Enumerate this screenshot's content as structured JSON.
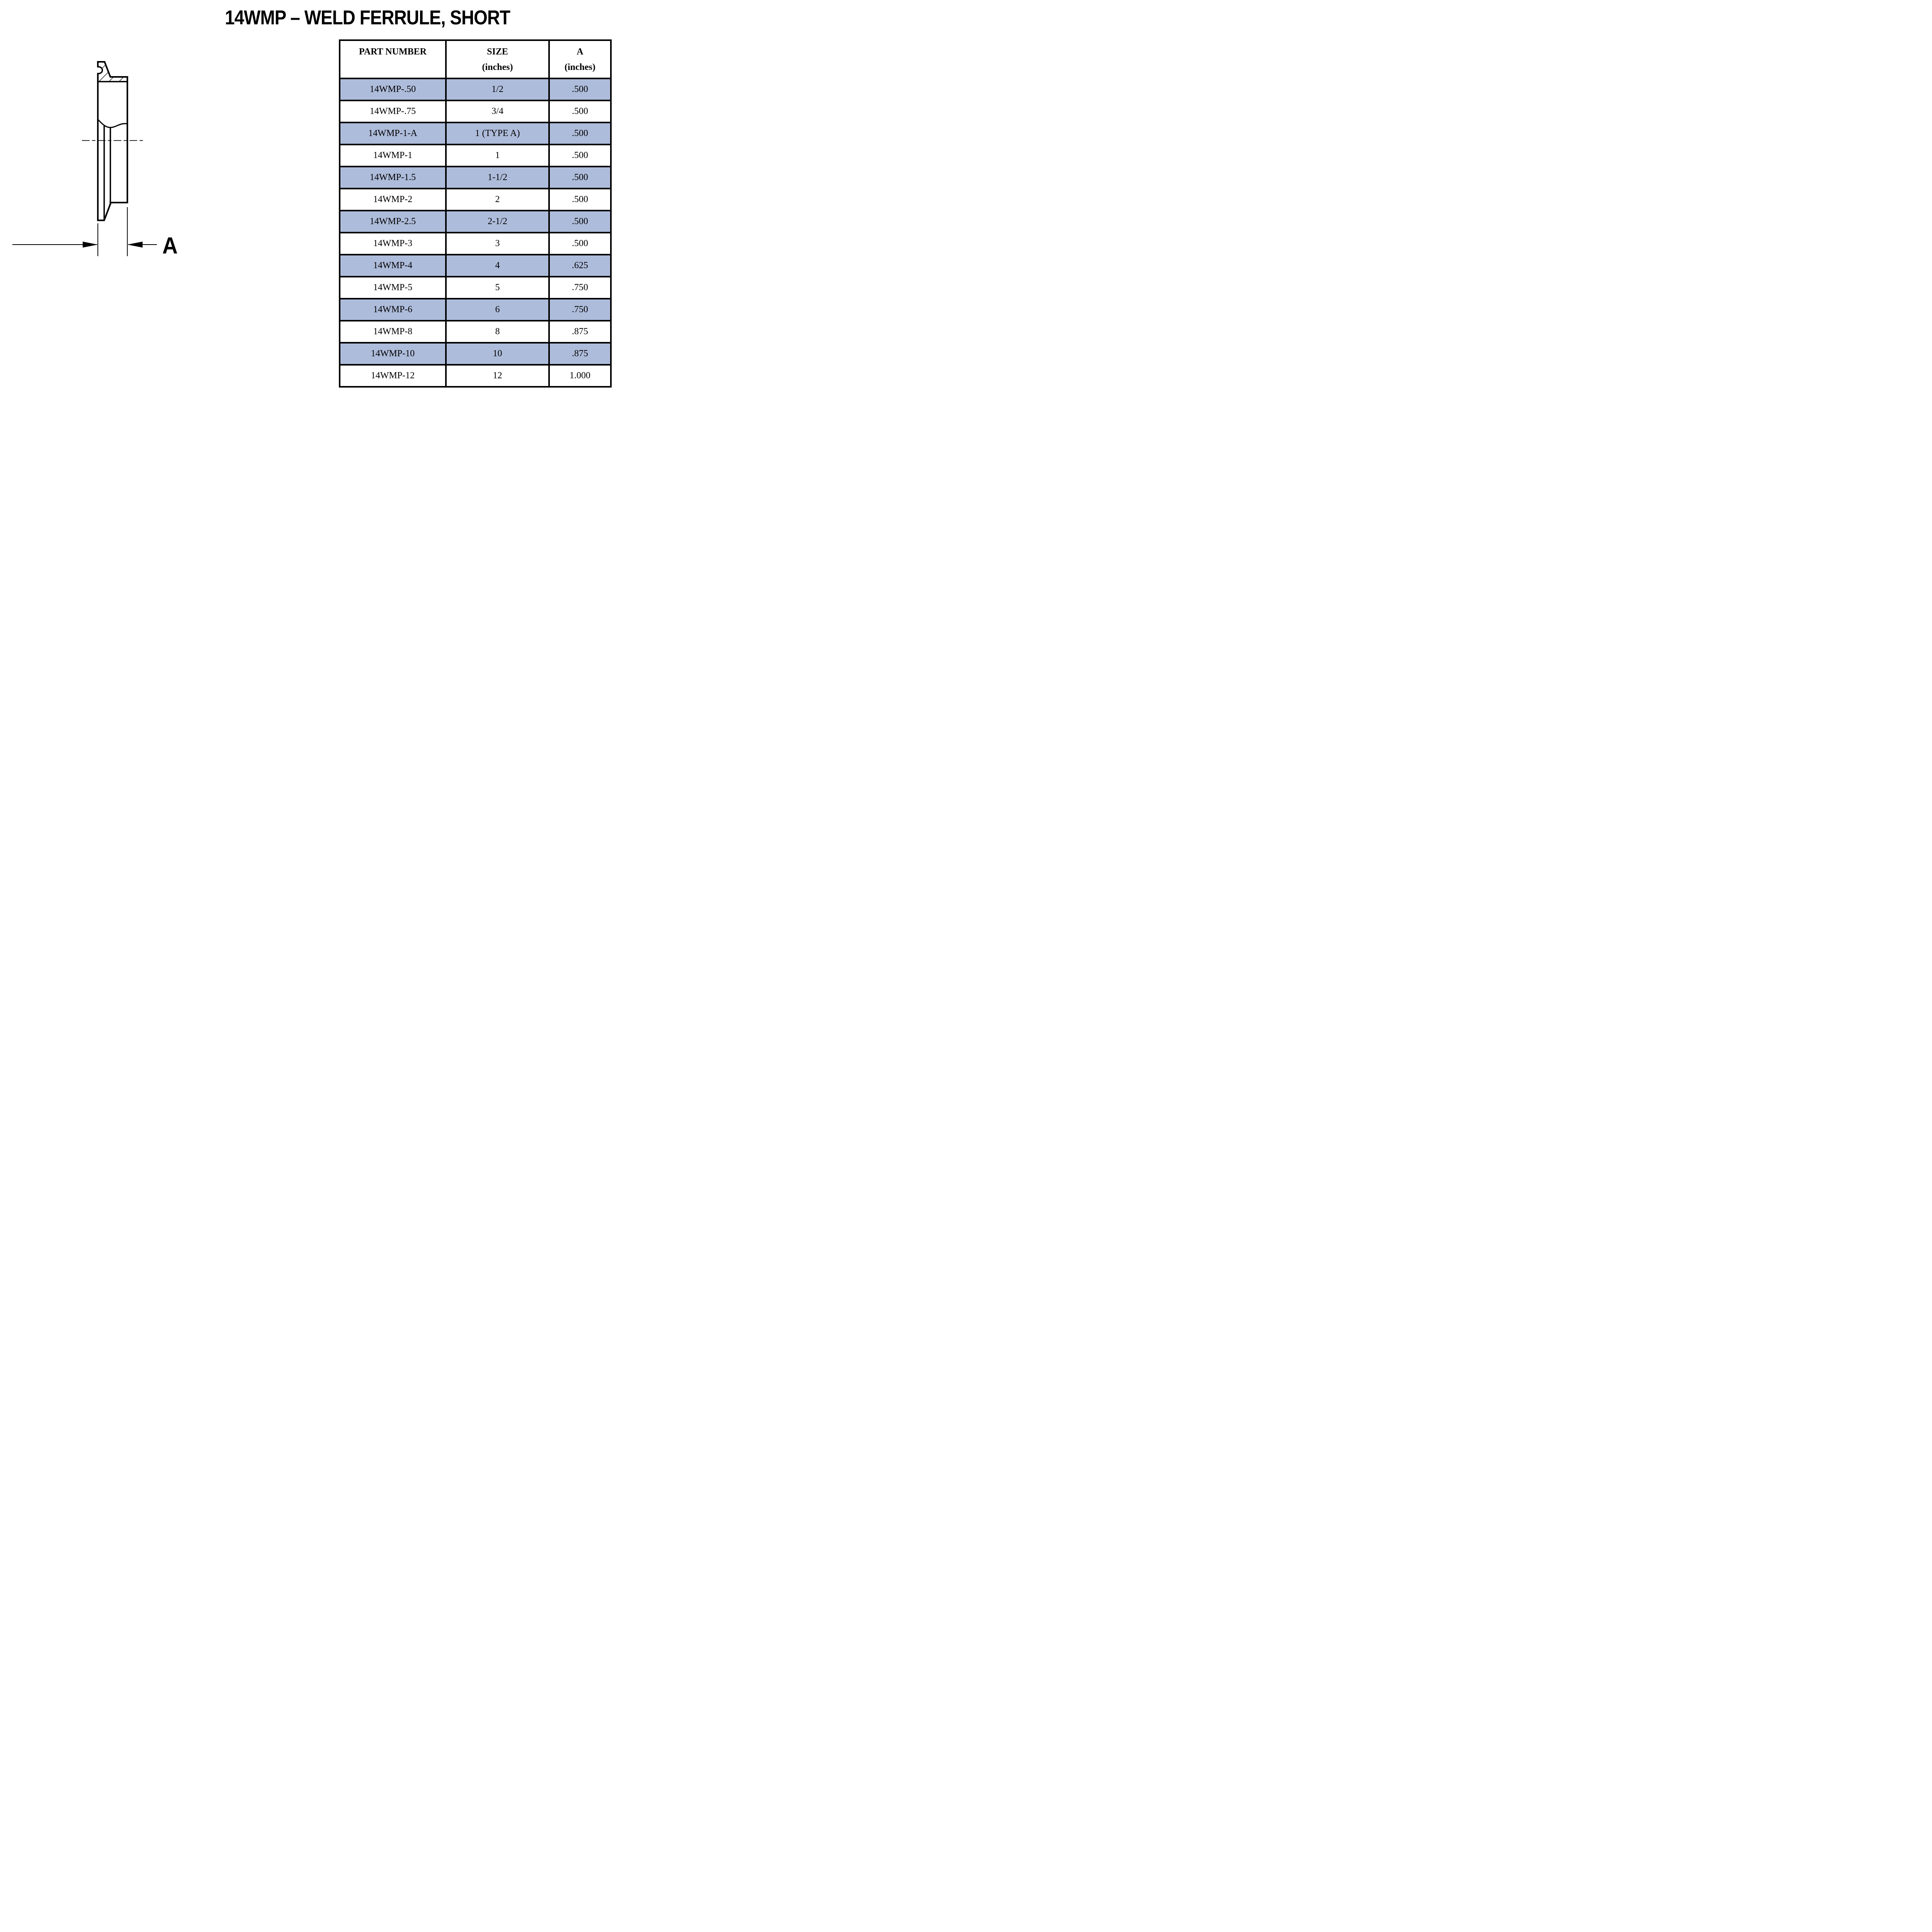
{
  "title": "14WMP – WELD FERRULE, SHORT",
  "diagram": {
    "dimension_label": "A",
    "description": "weld-ferrule-cross-section-side-view"
  },
  "table": {
    "headers": [
      {
        "line1": "PART NUMBER",
        "line2": ""
      },
      {
        "line1": "SIZE",
        "line2": "(inches)"
      },
      {
        "line1": "A",
        "line2": "(inches)"
      }
    ],
    "rows": [
      [
        "14WMP-.50",
        "1/2",
        ".500"
      ],
      [
        "14WMP-.75",
        "3/4",
        ".500"
      ],
      [
        "14WMP-1-A",
        "1 (TYPE A)",
        ".500"
      ],
      [
        "14WMP-1",
        "1",
        ".500"
      ],
      [
        "14WMP-1.5",
        "1-1/2",
        ".500"
      ],
      [
        "14WMP-2",
        "2",
        ".500"
      ],
      [
        "14WMP-2.5",
        "2-1/2",
        ".500"
      ],
      [
        "14WMP-3",
        "3",
        ".500"
      ],
      [
        "14WMP-4",
        "4",
        ".625"
      ],
      [
        "14WMP-5",
        "5",
        ".750"
      ],
      [
        "14WMP-6",
        "6",
        ".750"
      ],
      [
        "14WMP-8",
        "8",
        ".875"
      ],
      [
        "14WMP-10",
        "10",
        ".875"
      ],
      [
        "14WMP-12",
        "12",
        "1.000"
      ]
    ]
  },
  "colors": {
    "row_highlight": "#aebcdb",
    "table_border": "#000000",
    "line_color": "#000000",
    "background": "#ffffff"
  }
}
